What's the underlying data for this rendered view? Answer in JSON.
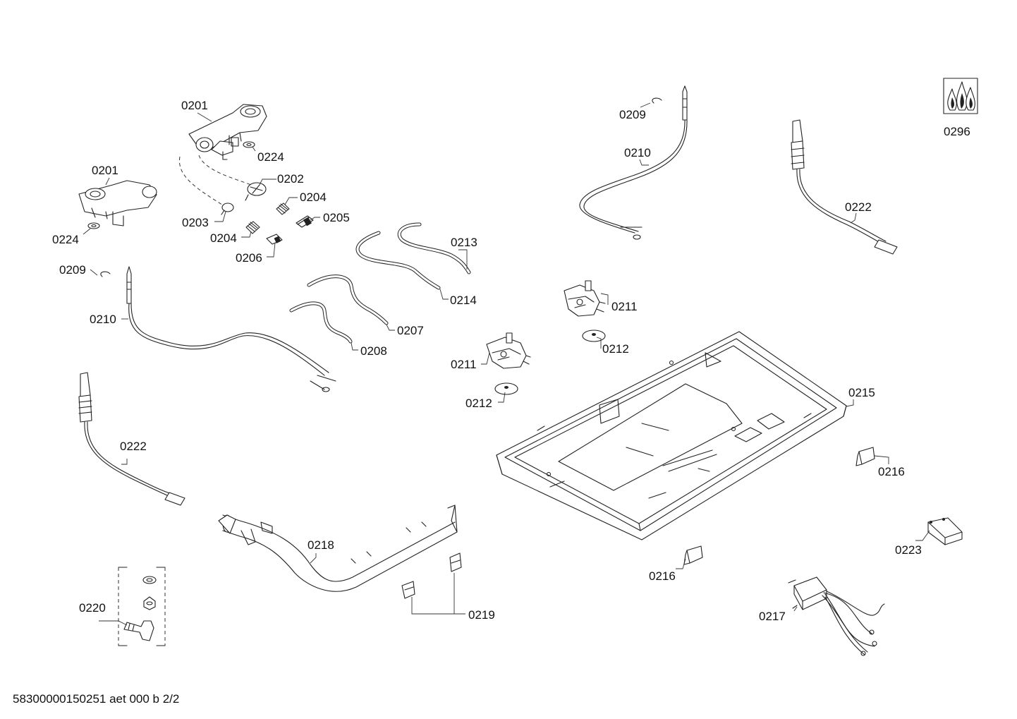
{
  "diagram": {
    "labels": {
      "l0201a": "0201",
      "l0201b": "0201",
      "l0224a": "0224",
      "l0224b": "0224",
      "l0202": "0202",
      "l0203": "0203",
      "l0204a": "0204",
      "l0204b": "0204",
      "l0205": "0205",
      "l0206": "0206",
      "l0209a": "0209",
      "l0209b": "0209",
      "l0210a": "0210",
      "l0210b": "0210",
      "l0213": "0213",
      "l0214": "0214",
      "l0207": "0207",
      "l0208": "0208",
      "l0211a": "0211",
      "l0211b": "0211",
      "l0212a": "0212",
      "l0212b": "0212",
      "l0222a": "0222",
      "l0222b": "0222",
      "l0296": "0296",
      "l0215": "0215",
      "l0216a": "0216",
      "l0216b": "0216",
      "l0223": "0223",
      "l0217": "0217",
      "l0218": "0218",
      "l0219": "0219",
      "l0220": "0220"
    },
    "footer": "58300000150251 aet 000 b 2/2"
  }
}
